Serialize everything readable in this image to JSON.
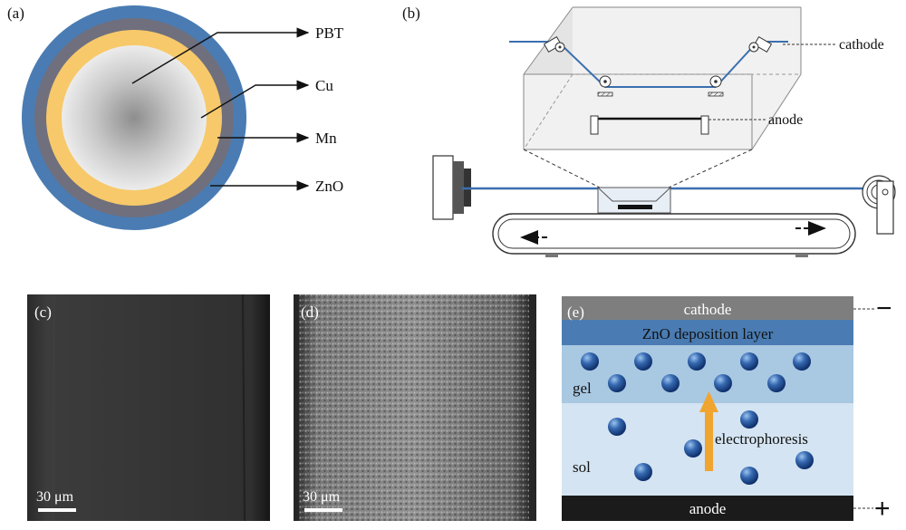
{
  "panels": {
    "a": {
      "tag": "(a)",
      "layers": [
        {
          "name": "PBT",
          "color": "#d2d2d2"
        },
        {
          "name": "Cu",
          "color": "#f7c96a"
        },
        {
          "name": "Mn",
          "color": "#6f6f7e"
        },
        {
          "name": "ZnO",
          "color": "#4a7cb3"
        }
      ],
      "labels": [
        "PBT",
        "Cu",
        "Mn",
        "ZnO"
      ]
    },
    "b": {
      "tag": "(b)",
      "cathode_label": "cathode",
      "anode_label": "anode"
    },
    "c": {
      "tag": "(c)",
      "scale": "30 μm"
    },
    "d": {
      "tag": "(d)",
      "scale": "30 μm"
    },
    "e": {
      "tag": "(e)",
      "cathode": "cathode",
      "deposition": "ZnO deposition layer",
      "gel": "gel",
      "sol": "sol",
      "arrow_label": "electrophoresis",
      "anode": "anode",
      "minus": "−",
      "plus": "+"
    }
  },
  "colors": {
    "znO_blue": "#4a7cb3",
    "copper": "#f7c96a",
    "manganese": "#6f6f7e",
    "gel": "#a9c8e2",
    "sol": "#d4e4f2",
    "arrow": "#f0a530",
    "cathode_bar": "#7e7e7e",
    "anode_bar": "#1b1b1b"
  }
}
